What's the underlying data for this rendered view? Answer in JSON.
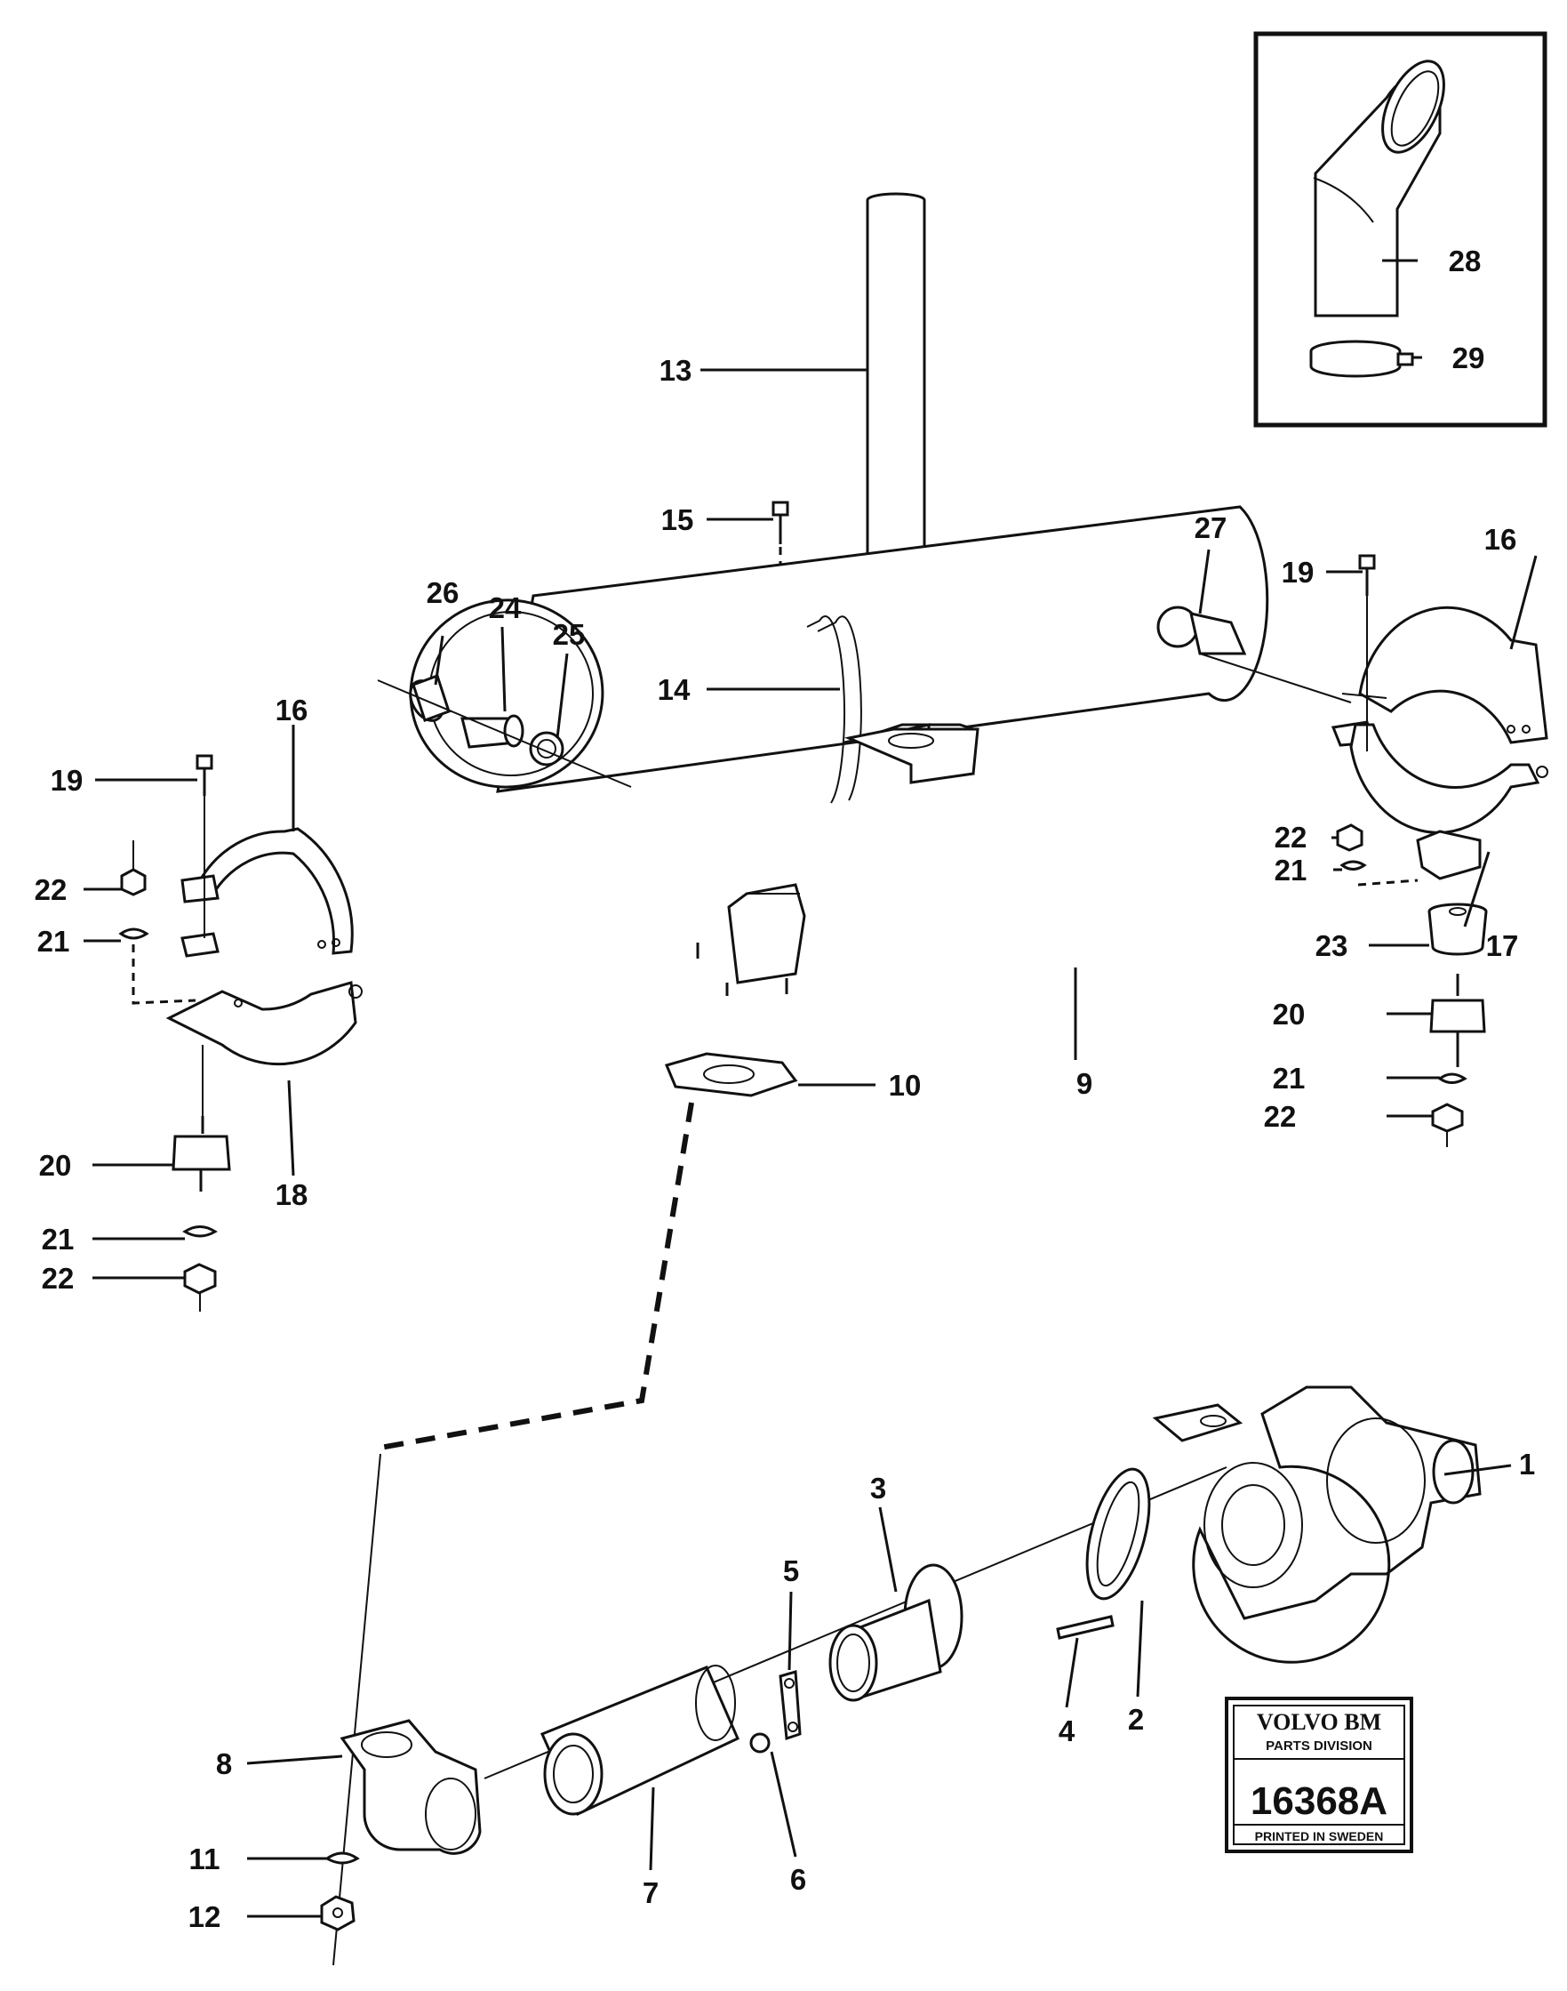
{
  "labels": {
    "p1": "1",
    "p2": "2",
    "p3": "3",
    "p4": "4",
    "p5": "5",
    "p6": "6",
    "p7": "7",
    "p8": "8",
    "p9": "9",
    "p10": "10",
    "p11": "11",
    "p12": "12",
    "p13": "13",
    "p14": "14",
    "p15": "15",
    "p16a": "16",
    "p16b": "16",
    "p17": "17",
    "p18": "18",
    "p19a": "19",
    "p19b": "19",
    "p20a": "20",
    "p20b": "20",
    "p21a": "21",
    "p21b": "21",
    "p21c": "21",
    "p21d": "21",
    "p22a": "22",
    "p22b": "22",
    "p22c": "22",
    "p22d": "22",
    "p23": "23",
    "p24": "24",
    "p25": "25",
    "p26": "26",
    "p27": "27",
    "p28": "28",
    "p29": "29"
  },
  "stamp": {
    "brand": "VOLVO BM",
    "division": "PARTS DIVISION",
    "number": "16368A",
    "printed": "PRINTED IN SWEDEN"
  }
}
